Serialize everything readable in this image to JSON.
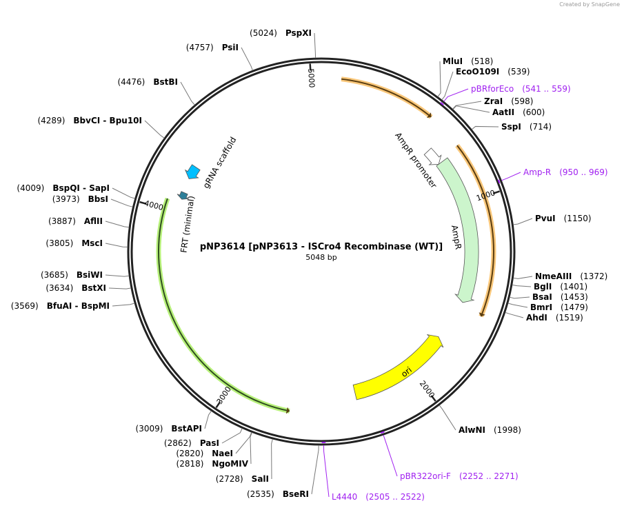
{
  "credit": "Created by SnapGene",
  "plasmid": {
    "name": "pNP3614 [pNP3613 - ISCro4 Recombinase (WT)]",
    "length_label": "5048 bp",
    "length": 5048
  },
  "ticks": [
    "1000",
    "2000",
    "3000",
    "4000",
    "5000"
  ],
  "enzymes": [
    {
      "name": "MluI",
      "pos": "(518)",
      "bp": 518
    },
    {
      "name": "EcoO109I",
      "pos": "(539)",
      "bp": 539
    },
    {
      "name": "ZraI",
      "pos": "(598)",
      "bp": 598
    },
    {
      "name": "AatII",
      "pos": "(600)",
      "bp": 600
    },
    {
      "name": "SspI",
      "pos": "(714)",
      "bp": 714
    },
    {
      "name": "PvuI",
      "pos": "(1150)",
      "bp": 1150
    },
    {
      "name": "NmeAIII",
      "pos": "(1372)",
      "bp": 1372
    },
    {
      "name": "BglI",
      "pos": "(1401)",
      "bp": 1401
    },
    {
      "name": "BsaI",
      "pos": "(1453)",
      "bp": 1453
    },
    {
      "name": "BmrI",
      "pos": "(1479)",
      "bp": 1479
    },
    {
      "name": "AhdI",
      "pos": "(1519)",
      "bp": 1519
    },
    {
      "name": "AlwNI",
      "pos": "(1998)",
      "bp": 1998
    },
    {
      "name": "BseRI",
      "pos": "(2535)",
      "bp": 2535
    },
    {
      "name": "SalI",
      "pos": "(2728)",
      "bp": 2728
    },
    {
      "name": "NgoMIV",
      "pos": "(2818)",
      "bp": 2818
    },
    {
      "name": "NaeI",
      "pos": "(2820)",
      "bp": 2820
    },
    {
      "name": "PasI",
      "pos": "(2862)",
      "bp": 2862
    },
    {
      "name": "BstAPI",
      "pos": "(3009)",
      "bp": 3009
    },
    {
      "name": "BfuAI  -  BspMI",
      "pos": "(3569)",
      "bp": 3569
    },
    {
      "name": "BstXI",
      "pos": "(3634)",
      "bp": 3634
    },
    {
      "name": "BsiWI",
      "pos": "(3685)",
      "bp": 3685
    },
    {
      "name": "MscI",
      "pos": "(3805)",
      "bp": 3805
    },
    {
      "name": "AflII",
      "pos": "(3887)",
      "bp": 3887
    },
    {
      "name": "BbsI",
      "pos": "(3973)",
      "bp": 3973
    },
    {
      "name": "BspQI  -  SapI",
      "pos": "(4009)",
      "bp": 4009
    },
    {
      "name": "BbvCI  -  Bpu10I",
      "pos": "(4289)",
      "bp": 4289
    },
    {
      "name": "BstBI",
      "pos": "(4476)",
      "bp": 4476
    },
    {
      "name": "PsiI",
      "pos": "(4757)",
      "bp": 4757
    },
    {
      "name": "PspXI",
      "pos": "(5024)",
      "bp": 5024
    }
  ],
  "primers": [
    {
      "name": "pBRforEco",
      "pos": "(541 .. 559)",
      "bp": 550
    },
    {
      "name": "Amp-R",
      "pos": "(950 .. 969)",
      "bp": 960
    },
    {
      "name": "pBR322ori-F",
      "pos": "(2252 .. 2271)",
      "bp": 2262
    },
    {
      "name": "L4440",
      "pos": "(2505 .. 2522)",
      "bp": 2514
    }
  ],
  "features": [
    {
      "name": "AmpR promoter",
      "start": 655,
      "end": 748,
      "color": "#ffffff"
    },
    {
      "name": "AmpR",
      "start": 748,
      "end": 1540,
      "color": "#ccf5cc"
    },
    {
      "name": "ori",
      "start": 2336,
      "end": 1767,
      "color": "#ffff00"
    },
    {
      "name": "gRNA scaffold",
      "start": 4262,
      "end": 4190,
      "color": "#00bfff"
    },
    {
      "name": "FRT (minimal)",
      "start": 4112,
      "end": 4074,
      "color": "#2e7f99"
    }
  ],
  "primer_arcs": [
    {
      "start": 93,
      "end": 550,
      "color": "#f9c77a"
    },
    {
      "start": 729,
      "end": 1572,
      "color": "#f9c77a"
    },
    {
      "start": 4053,
      "end": 2682,
      "color": "#b7f07a"
    }
  ]
}
